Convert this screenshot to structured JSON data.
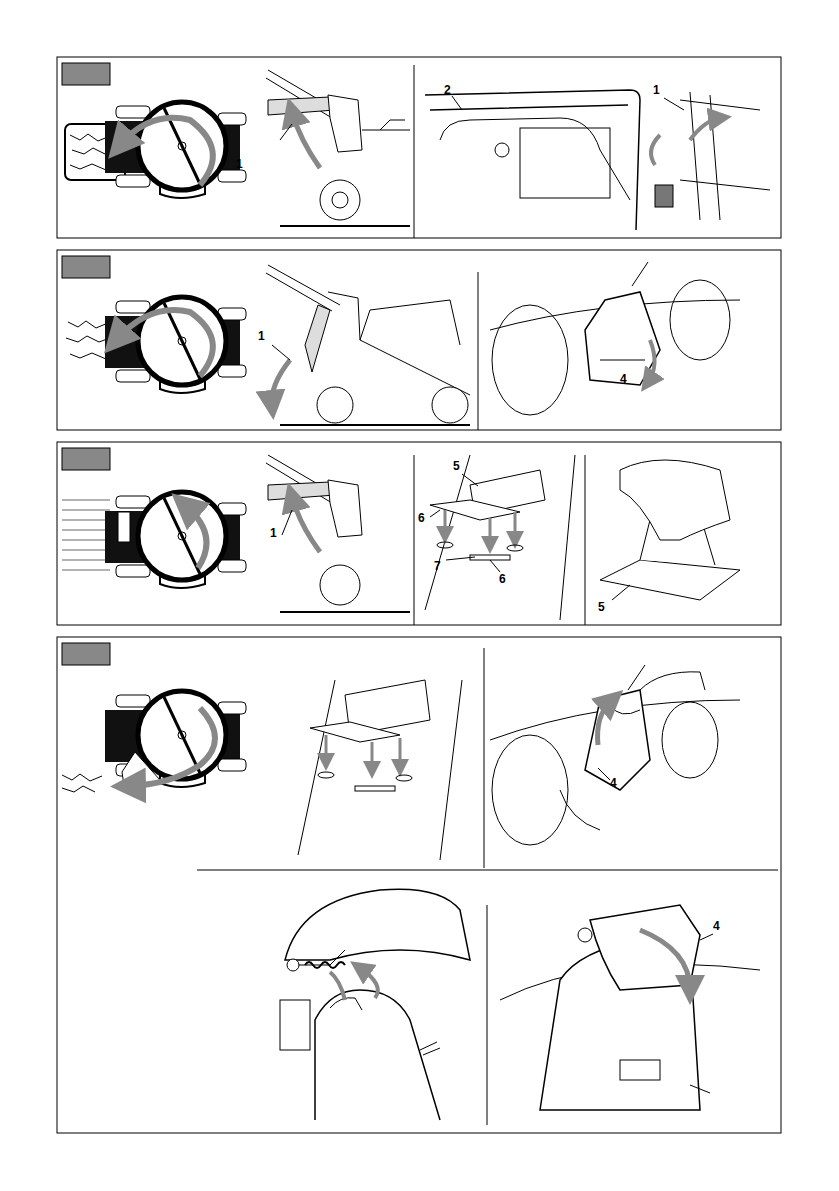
{
  "diagram": {
    "labels": [
      "1",
      "2",
      "1",
      "1",
      "4",
      "1",
      "5",
      "6",
      "7",
      "6",
      "5",
      "4",
      "4"
    ]
  }
}
